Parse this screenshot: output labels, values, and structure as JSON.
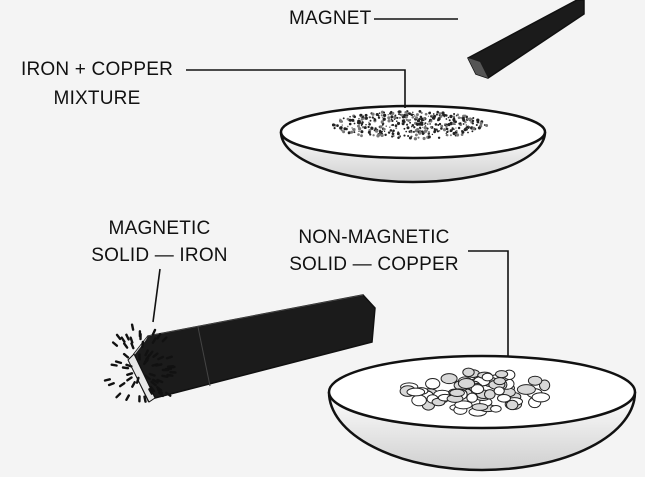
{
  "labels": {
    "magnet": "MAGNET",
    "mixture_line1": "IRON + COPPER",
    "mixture_line2": "MIXTURE",
    "magnetic_line1": "MAGNETIC",
    "magnetic_line2": "SOLID — IRON",
    "nonmagnetic_line1": "NON-MAGNETIC",
    "nonmagnetic_line2": "SOLID — COPPER"
  },
  "colors": {
    "background": "#f4f4f4",
    "ink": "#111111",
    "magnet": "#1b1b1b",
    "dish": "#ffffff"
  }
}
